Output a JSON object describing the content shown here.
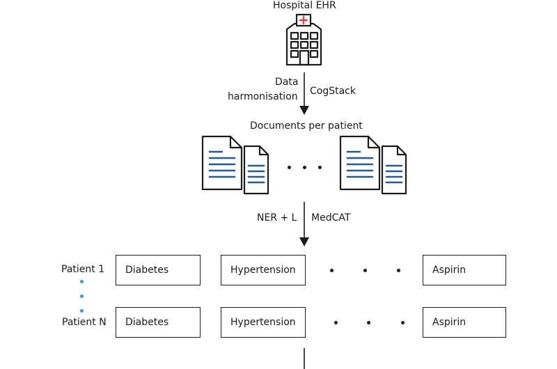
{
  "source": {
    "label": "Hospital EHR",
    "icon": "hospital-icon",
    "cross_color": "#e0413a"
  },
  "step1": {
    "left_label": "Data\nharmonisation",
    "left_line1": "Data",
    "left_line2": "harmonisation",
    "right_label": "CogStack"
  },
  "documents": {
    "label": "Documents per patient",
    "icon": "documents-icon",
    "line_color": "#1f5aa6"
  },
  "step2": {
    "left_label": "NER + L",
    "right_label": "MedCAT"
  },
  "patients": [
    {
      "label": "Patient 1",
      "concepts": [
        "Diabetes",
        "Hypertension",
        "Aspirin"
      ]
    },
    {
      "label": "Patient N",
      "concepts": [
        "Diabetes",
        "Hypertension",
        "Aspirin"
      ]
    }
  ]
}
